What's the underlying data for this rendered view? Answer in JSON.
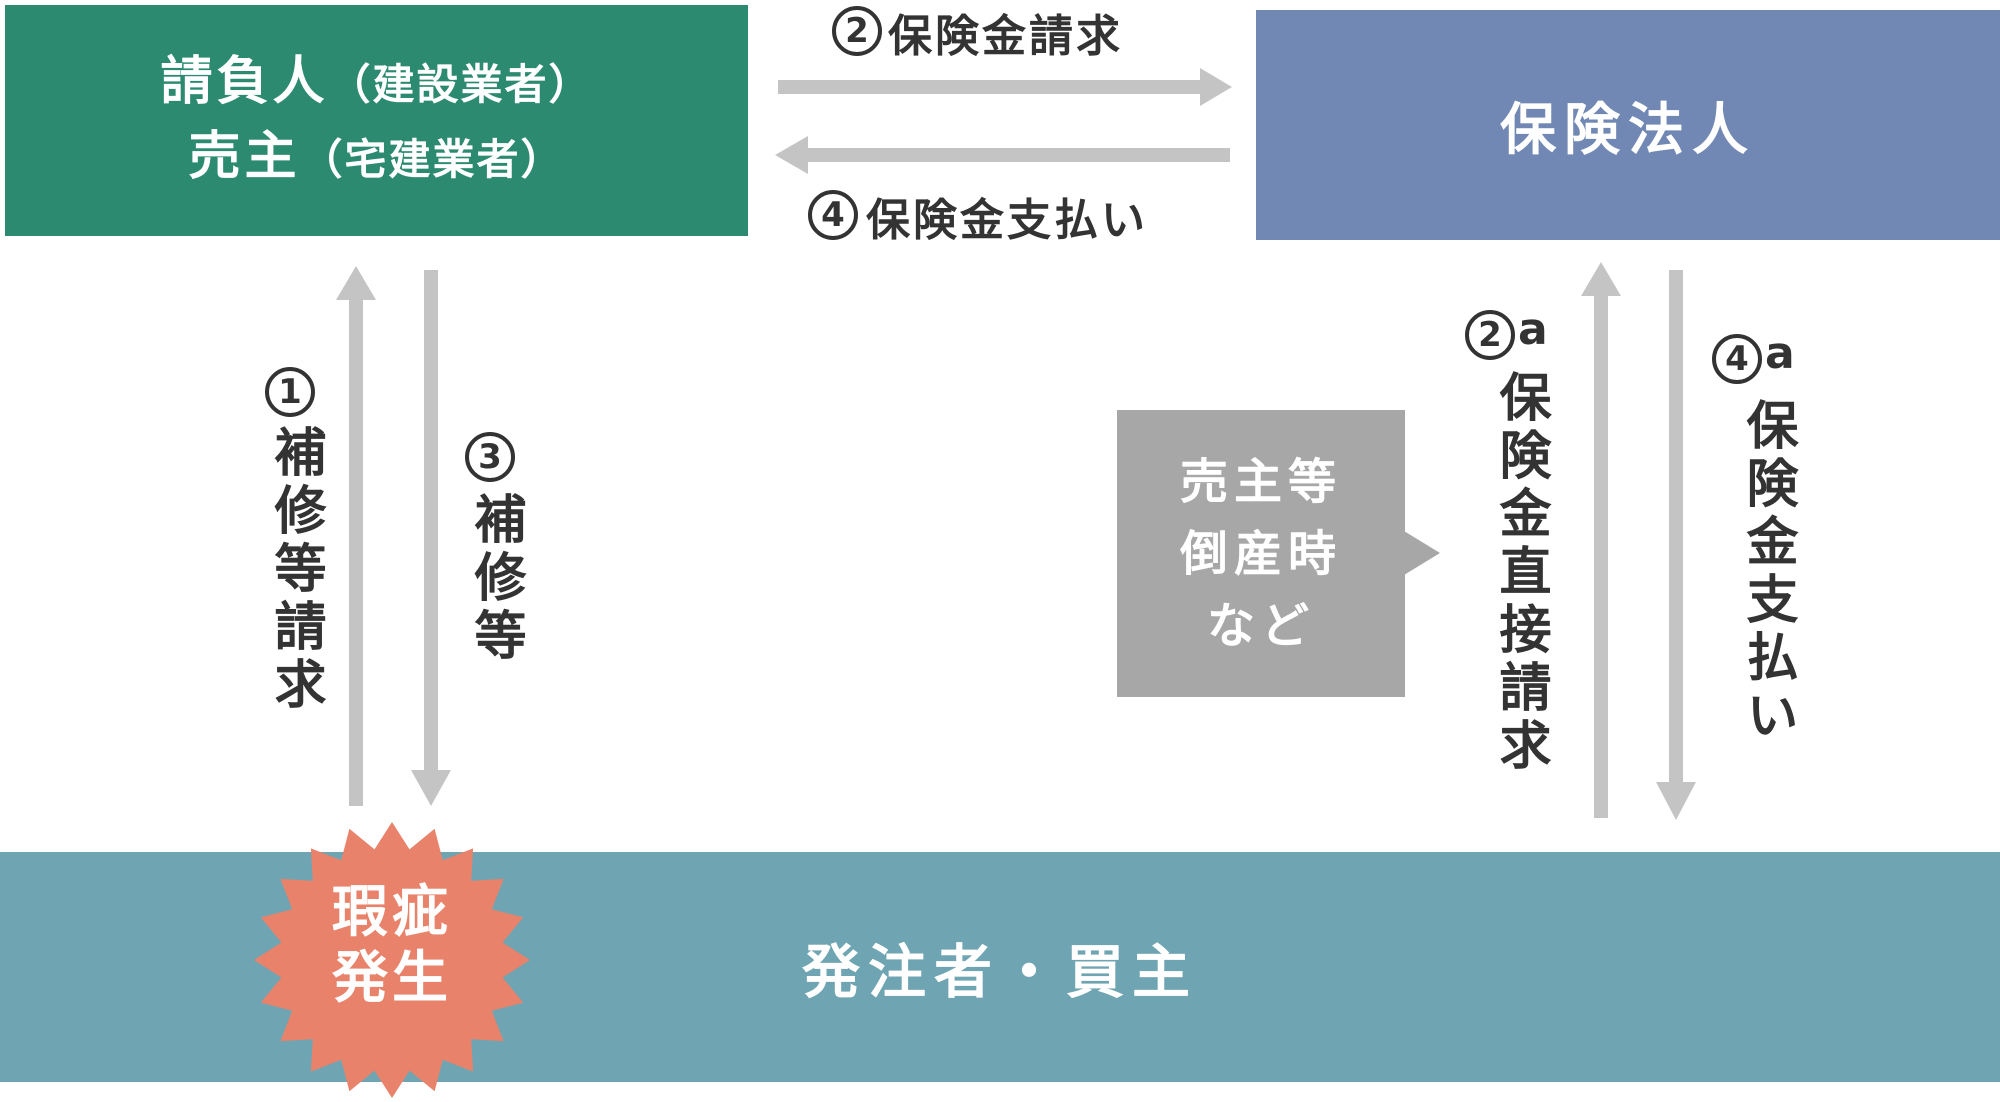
{
  "contractor": {
    "line1_main": "請負人",
    "line1_paren": "（建設業者）",
    "line2_main": "売主",
    "line2_paren": "（宅建業者）"
  },
  "insurer": {
    "label": "保険法人"
  },
  "buyer": {
    "label": "発注者・買主"
  },
  "defect": {
    "line1": "瑕疵",
    "line2": "発生"
  },
  "bankruptcy": {
    "line1": "売主等",
    "line2": "倒産時",
    "line3": "など"
  },
  "steps": {
    "step1": {
      "num": "1",
      "label": "補修等請求"
    },
    "step2": {
      "num": "2",
      "label": "保険金請求"
    },
    "step2a": {
      "num": "2",
      "suffix": "a",
      "label": "保険金直接請求"
    },
    "step3": {
      "num": "3",
      "label": "補修等"
    },
    "step4": {
      "num": "4",
      "label": "保険金支払い"
    },
    "step4a": {
      "num": "4",
      "suffix": "a",
      "label": "保険金支払い"
    }
  },
  "colors": {
    "contractor_green": "#2b8a70",
    "insurer_blue": "#7288b4",
    "buyer_teal": "#6fa5b2",
    "defect_orange": "#e8826a",
    "bankruptcy_gray": "#a7a7a7",
    "arrow_gray": "#c4c4c4"
  }
}
